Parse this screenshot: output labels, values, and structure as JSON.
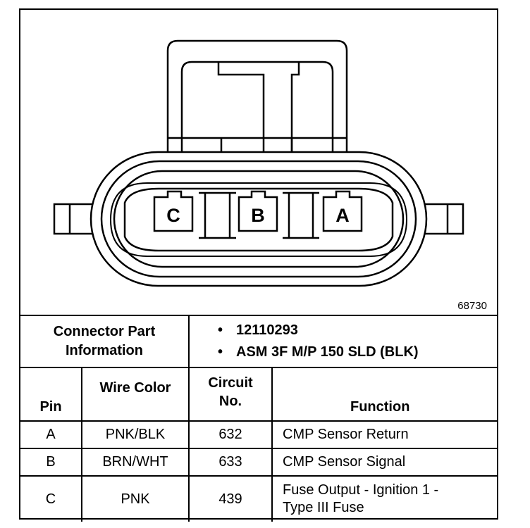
{
  "diagram": {
    "pin_labels": [
      "C",
      "B",
      "A"
    ],
    "number": "68730"
  },
  "connector_info": {
    "label_line1": "Connector Part",
    "label_line2": "Information",
    "part_number": "12110293",
    "description": "ASM 3F M/P 150 SLD (BLK)"
  },
  "pinout": {
    "headers": {
      "pin": "Pin",
      "wire_color": "Wire Color",
      "circuit_line1": "Circuit",
      "circuit_line2": "No.",
      "function": "Function"
    },
    "rows": [
      {
        "pin": "A",
        "wire_color": "PNK/BLK",
        "circuit": "632",
        "function_line1": "CMP Sensor Return",
        "function_line2": ""
      },
      {
        "pin": "B",
        "wire_color": "BRN/WHT",
        "circuit": "633",
        "function_line1": "CMP Sensor Signal",
        "function_line2": ""
      },
      {
        "pin": "C",
        "wire_color": "PNK",
        "circuit": "439",
        "function_line1": "Fuse Output - Ignition 1 -",
        "function_line2": "Type III Fuse"
      }
    ]
  }
}
